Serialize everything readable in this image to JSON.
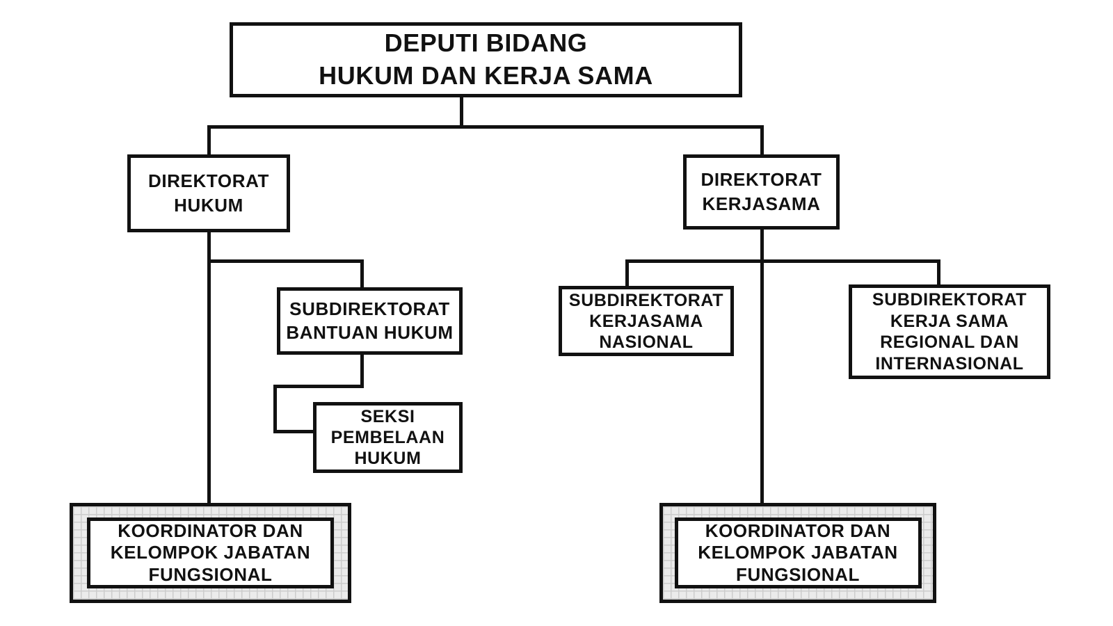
{
  "colors": {
    "background": "#ffffff",
    "box_border": "#111111",
    "connector": "#111111",
    "text": "#111111",
    "hatch_background": "#ebebeb",
    "hatch_grid_line": "#cccccc"
  },
  "nodes": {
    "deputi": {
      "label": "DEPUTI BIDANG HUKUM DAN KERJA SAMA",
      "lines": [
        "DEPUTI BIDANG",
        "HUKUM DAN KERJA SAMA"
      ]
    },
    "direktorat_hukum": {
      "label": "DIREKTORAT HUKUM",
      "lines": [
        "DIREKTORAT",
        "HUKUM"
      ]
    },
    "direktorat_kerjasama": {
      "label": "DIREKTORAT KERJASAMA",
      "lines": [
        "DIREKTORAT",
        "KERJASAMA"
      ]
    },
    "subdirektorat_bantuan_hukum": {
      "label": "SUBDIREKTORAT BANTUAN HUKUM",
      "lines": [
        "SUBDIREKTORAT",
        "BANTUAN HUKUM"
      ]
    },
    "seksi_pembelaan_hukum": {
      "label": "SEKSI PEMBELAAN HUKUM",
      "lines": [
        "SEKSI",
        "PEMBELAAN",
        "HUKUM"
      ]
    },
    "subdirektorat_kerjasama_nasional": {
      "label": "SUBDIREKTORAT KERJASAMA NASIONAL",
      "lines": [
        "SUBDIREKTORAT",
        "KERJASAMA",
        "NASIONAL"
      ]
    },
    "subdirektorat_kerja_sama_regional": {
      "label": "SUBDIREKTORAT KERJA SAMA REGIONAL DAN INTERNASIONAL",
      "lines": [
        "SUBDIREKTORAT",
        "KERJA SAMA",
        "REGIONAL DAN",
        "INTERNASIONAL"
      ]
    },
    "koordinator_hukum": {
      "label": "KOORDINATOR DAN KELOMPOK JABATAN FUNGSIONAL",
      "lines": [
        "KOORDINATOR DAN",
        "KELOMPOK JABATAN",
        "FUNGSIONAL"
      ]
    },
    "koordinator_kerjasama": {
      "label": "KOORDINATOR DAN KELOMPOK JABATAN FUNGSIONAL",
      "lines": [
        "KOORDINATOR DAN",
        "KELOMPOK JABATAN",
        "FUNGSIONAL"
      ]
    }
  },
  "edges": [
    {
      "from": "deputi",
      "to": "direktorat_hukum"
    },
    {
      "from": "deputi",
      "to": "direktorat_kerjasama"
    },
    {
      "from": "direktorat_hukum",
      "to": "subdirektorat_bantuan_hukum"
    },
    {
      "from": "subdirektorat_bantuan_hukum",
      "to": "seksi_pembelaan_hukum"
    },
    {
      "from": "direktorat_hukum",
      "to": "koordinator_hukum"
    },
    {
      "from": "direktorat_kerjasama",
      "to": "subdirektorat_kerjasama_nasional"
    },
    {
      "from": "direktorat_kerjasama",
      "to": "subdirektorat_kerja_sama_regional"
    },
    {
      "from": "direktorat_kerjasama",
      "to": "koordinator_kerjasama"
    }
  ]
}
